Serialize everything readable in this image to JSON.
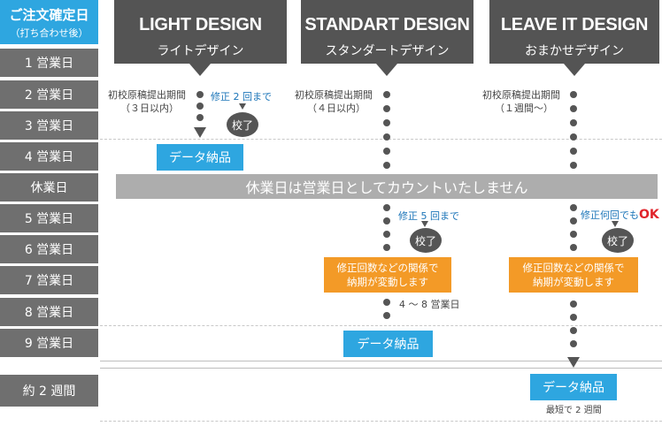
{
  "first_cell": {
    "title": "ご注文確定日",
    "sub": "（打ち合わせ後）"
  },
  "rows": [
    "1 営業日",
    "2 営業日",
    "3 営業日",
    "4 営業日",
    "休業日",
    "5 営業日",
    "6 営業日",
    "7 営業日",
    "8 営業日",
    "9 営業日",
    "約 2 週間"
  ],
  "plans": [
    {
      "name_en": "LIGHT DESIGN",
      "name_ja": "ライトデザイン",
      "first_draft_label": "初校原稿提出期間",
      "first_draft_period": "（３日以内）"
    },
    {
      "name_en": "STANDART DESIGN",
      "name_ja": "スタンダートデザイン",
      "first_draft_label": "初校原稿提出期間",
      "first_draft_period": "（４日以内）"
    },
    {
      "name_en": "LEAVE IT DESIGN",
      "name_ja": "おまかせデザイン",
      "first_draft_label": "初校原稿提出期間",
      "first_draft_period": "（１週間〜）"
    }
  ],
  "light": {
    "revision": "修正 2 回まで",
    "proof": "校了",
    "delivery": "データ納品"
  },
  "holiday_text": "休業日は営業日としてカウントいたしません",
  "standard": {
    "revision": "修正 5 回まで",
    "proof": "校了",
    "change_line1": "修正回数などの関係で",
    "change_line2": "納期が変動します",
    "days": "4 〜 8 営業日",
    "delivery": "データ納品"
  },
  "leave": {
    "revision_prefix": "修正何回でも",
    "revision_ok": "OK",
    "proof": "校了",
    "change_line1": "修正回数などの関係で",
    "change_line2": "納期が変動します",
    "delivery": "データ納品",
    "shortest": "最短で 2 週間"
  },
  "colors": {
    "header": "#545454",
    "row_label": "#6f6f6f",
    "first_cell": "#2ea6e0",
    "blue": "#2ea6e0",
    "orange": "#f39a27",
    "holiday": "#adadad",
    "ok_red": "#e0242b"
  }
}
